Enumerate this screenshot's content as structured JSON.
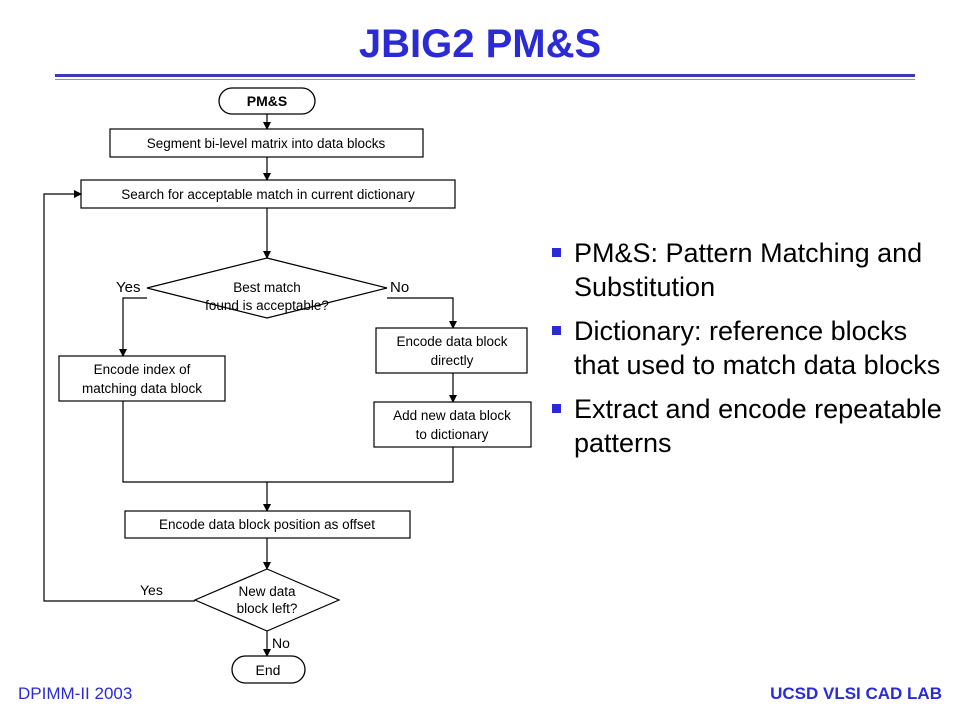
{
  "slide": {
    "title": "JBIG2 PM&S",
    "footer_left": "DPIMM-II 2003",
    "footer_right": "UCSD VLSI CAD LAB"
  },
  "flowchart": {
    "start": "PM&S",
    "segment": "Segment bi-level matrix into data blocks",
    "search": "Search for acceptable match in current dictionary",
    "decision1_line1": "Best match",
    "decision1_line2": "found is acceptable?",
    "yes1": "Yes",
    "no1": "No",
    "encode_index_line1": "Encode index of",
    "encode_index_line2": "matching data block",
    "encode_direct_line1": "Encode data block",
    "encode_direct_line2": "directly",
    "add_new_line1": "Add new data block",
    "add_new_line2": "to dictionary",
    "encode_position": "Encode data block position as offset",
    "decision2_line1": "New data",
    "decision2_line2": "block left?",
    "yes2": "Yes",
    "no2": "No",
    "end": "End"
  },
  "bullets": [
    "PM&S: Pattern Matching and Substitution",
    "Dictionary: reference blocks that used to match data blocks",
    "Extract and encode repeatable patterns"
  ]
}
